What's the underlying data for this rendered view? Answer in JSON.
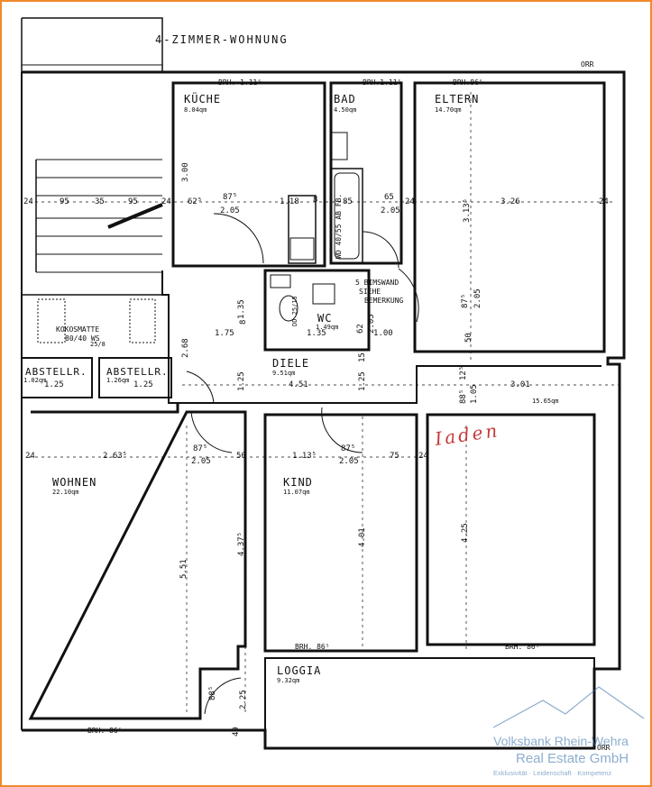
{
  "title": "4-ZIMMER-WOHNUNG",
  "rooms": {
    "kueche": {
      "name": "KÜCHE",
      "area": "8.04qm"
    },
    "bad": {
      "name": "BAD",
      "area": "4.50qm"
    },
    "eltern": {
      "name": "ELTERN",
      "area": "14.70qm"
    },
    "wc": {
      "name": "WC",
      "area": "1.49qm"
    },
    "diele": {
      "name": "DIELE",
      "area": "9.51qm"
    },
    "abstell1": {
      "name": "ABSTELLR.",
      "area": "1.02qm"
    },
    "abstell2": {
      "name": "ABSTELLR.",
      "area": "1.26qm"
    },
    "wohnen": {
      "name": "WOHNEN",
      "area": "22.10qm"
    },
    "kind": {
      "name": "KIND",
      "area": "11.07qm"
    },
    "loggia": {
      "name": "LOGGIA",
      "area": "9.32qm"
    },
    "third": {
      "area": "15.65qm"
    }
  },
  "handwritten": "Iaden",
  "notes": {
    "kokos": "KOKOSMATTE",
    "kokos2": "80/40 WS",
    "bims1": "5 BIMSWAND",
    "bims2": "SIEHE",
    "bims3": "BEMERKUNG",
    "wd": "WD 40/55 AB FB.",
    "dd": "DD 25/15",
    "orr": "ORR",
    "stair_note": "25/8"
  },
  "dims": {
    "brh111": "BRH. 1.11⁵",
    "brh111b": "BRH.1.11⁵",
    "brh86": "BRH.86⁵",
    "brh86_kind": "BRH. 86⁵",
    "brh86_right": "BRH. 86⁵",
    "brh86_wohnen": "BRH. 86⁵",
    "d24": "24",
    "d95": "95",
    "d35": "35",
    "d62": "62⁵",
    "d87": "87⁵",
    "d205": "2.05",
    "d118": "1.18",
    "d8": "8",
    "d85": "85",
    "d65": "65",
    "d326": "3.26",
    "d313": "3.13⁵",
    "d300": "3.00",
    "d135": "1.35",
    "d175": "1.75",
    "d268": "2.68",
    "d100": "1.00",
    "d50": "50",
    "d125": "1.25",
    "d451": "4.51",
    "d15": "15",
    "d125b": "12⁵",
    "d88": "88⁵",
    "d105": "1.05",
    "d301": "3.01",
    "d263": "2.63⁵",
    "d113": "1.13⁵",
    "d75": "75",
    "d551": "5.51",
    "d437": "4.37⁵",
    "d401": "4.01",
    "d425": "4.25",
    "d225": "2.25",
    "d49": "49",
    "d135b": "1.35",
    "d62b": "62",
    "d205b": "2.05",
    "d87b": "87⁵"
  },
  "watermark": {
    "line1": "Volksbank Rhein-Wehra",
    "line2": "Real Estate GmbH",
    "line3": "Exklusivität · Leidenschaft · Kompetenz"
  },
  "colors": {
    "frame": "#f08a2a",
    "ink": "#111111",
    "handwriting": "#c43a3a",
    "watermark": "#2f6aa8"
  }
}
